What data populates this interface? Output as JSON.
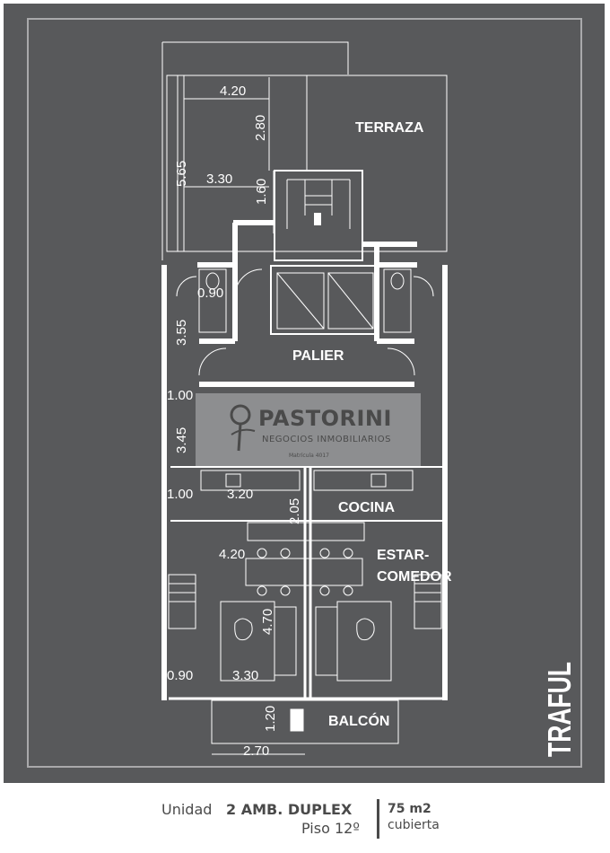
{
  "plan": {
    "rooms": {
      "terraza": "TERRAZA",
      "palier": "PALIER",
      "cocina": "COCINA",
      "estar_1": "ESTAR-",
      "estar_2": "COMEDOR",
      "balcon": "BALCÓN"
    },
    "dimensions": {
      "d420_top": "4.20",
      "d280": "2.80",
      "d565": "5.65",
      "d330_top": "3.30",
      "d160": "1.60",
      "d090_top": "0.90",
      "d355": "3.55",
      "d100_a": "1.00",
      "d345": "3.45",
      "d100_b": "1.00",
      "d320": "3.20",
      "d205": "2.05",
      "d420_mid": "4.20",
      "d470": "4.70",
      "d090_bot": "0.90",
      "d330_bot": "3.30",
      "d120": "1.20",
      "d270": "2.70"
    },
    "building_name": "TRAFUL"
  },
  "logo": {
    "name": "PASTORINI",
    "subtitle": "NEGOCIOS INMOBILIARIOS",
    "license": "Matrícula 4017"
  },
  "footer": {
    "unit_prefix": "Unidad",
    "unit_type": "2 AMB. DUPLEX",
    "floor": "Piso 12º",
    "area": "75 m2",
    "area_note": "cubierta"
  },
  "colors": {
    "background": "#58595b",
    "lines": "#ffffff",
    "footer_text": "#4a4a4a"
  }
}
